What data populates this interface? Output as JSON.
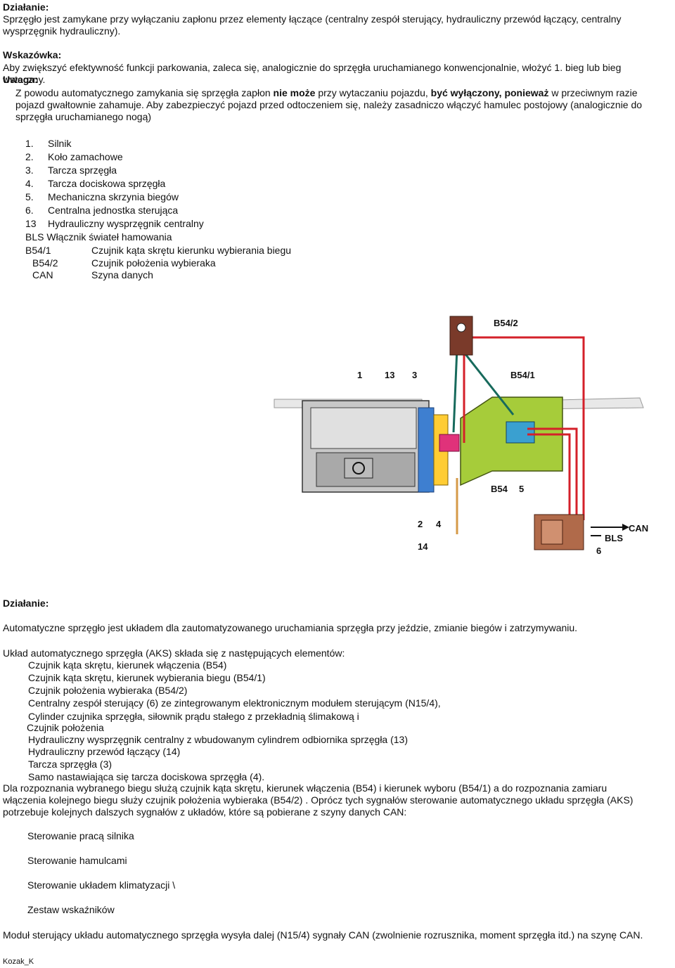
{
  "section1": {
    "heading": "Działanie:",
    "text": "Sprzęgło jest zamykane przy wyłączaniu zapłonu przez elementy łączące (centralny zespół sterujący, hydrauliczny przewód łączący, centralny wysprzęgnik hydrauliczny)."
  },
  "hint": {
    "heading": "Wskazówka:",
    "text": "Aby zwiększyć efektywność funkcji parkowania, zaleca się, analogicznie do sprzęgła uruchamianego konwencjonalnie, włożyć 1. bieg lub bieg wsteczny."
  },
  "warning": {
    "heading": "Uwaga:",
    "t1": "Z powodu automatycznego zamykania się sprzęgła zapłon ",
    "b1": "nie może",
    "t2": " przy wytaczaniu pojazdu, ",
    "b2": "być wyłączony, ponieważ",
    "t3": " w przeciwnym razie pojazd gwałtownie zahamuje.",
    "t4": " Aby zabezpieczyć pojazd przed odtoczeniem się, należy zasadniczo włączyć hamulec postojowy (analogicznie do sprzęgła uruchamianego nogą)"
  },
  "legend": [
    {
      "num": "1.",
      "label": "Silnik"
    },
    {
      "num": "2.",
      "label": "Koło zamachowe"
    },
    {
      "num": "3.",
      "label": "Tarcza sprzęgła"
    },
    {
      "num": "4.",
      "label": "Tarcza dociskowa sprzęgła"
    },
    {
      "num": "5.",
      "label": "Mechaniczna skrzynia biegów"
    },
    {
      "num": "6.",
      "label": "Centralna jednostka sterująca"
    },
    {
      "num": "13",
      "label": "Hydrauliczny wysprzęgnik centralny"
    }
  ],
  "legend_bls": "BLS Włącznik świateł hamowania",
  "codes": [
    {
      "code": "B54/1",
      "label": "Czujnik kąta skrętu kierunku wybierania biegu"
    },
    {
      "code": "B54/2",
      "label": "Czujnik położenia wybieraka"
    },
    {
      "code": "CAN",
      "label": "Szyna danych"
    }
  ],
  "diagram": {
    "labels": {
      "b542": "B54/2",
      "b541": "B54/1",
      "b54": "B54",
      "n1": "1",
      "n13": "13",
      "n3": "3",
      "n2": "2",
      "n4": "4",
      "n5": "5",
      "n6": "6",
      "n14": "14",
      "can": "CAN",
      "bls": "BLS"
    }
  },
  "section2": {
    "heading": "Działanie:",
    "intro": "Automatyczne sprzęgło jest układem dla zautomatyzowanego uruchamiania sprzęgła przy jeździe, zmianie biegów i zatrzymywaniu.",
    "list_intro": "Układ automatycznego sprzęgła (AKS) składa się z następujących elementów:",
    "items": [
      "Czujnik kąta skrętu, kierunek włączenia (B54)",
      "Czujnik kąta skrętu, kierunek wybierania biegu (B54/1)",
      "Czujnik położenia wybieraka (B54/2)",
      "Centralny zespół sterujący (6) ze zintegrowanym elektronicznym modułem sterującym (N15/4),",
      "Cylinder czujnika sprzęgła, siłownik prądu stałego z przekładnią ślimakową i",
      "Czujnik położenia",
      "Hydrauliczny wysprzęgnik centralny z wbudowanym cylindrem odbiornika sprzęgła (13)",
      "Hydrauliczny przewód łączący (14)",
      "Tarcza sprzęgła (3)",
      "Samo nastawiająca się tarcza dociskowa sprzęgła (4)."
    ],
    "para": "Dla rozpoznania wybranego biegu służą czujnik kąta skrętu, kierunek włączenia (B54) i kierunek wyboru (B54/1) a do rozpoznania zamiaru włączenia kolejnego biegu służy czujnik położenia wybieraka (B54/2) . Oprócz tych sygnałów sterowanie automatycznego układu sprzęgła (AKS) potrzebuje kolejnych dalszych sygnałów z układów, które są pobierane z szyny danych CAN:",
    "signals": [
      "Sterowanie pracą silnika",
      "Sterowanie hamulcami",
      "Sterowanie układem klimatyzacji \\",
      "Zestaw wskaźników"
    ],
    "final": "Moduł sterujący układu automatycznego sprzęgła wysyła dalej (N15/4) sygnały CAN (zwolnienie rozrusznika, moment sprzęgła itd.) na szynę CAN."
  },
  "footer": "Kozak_K"
}
